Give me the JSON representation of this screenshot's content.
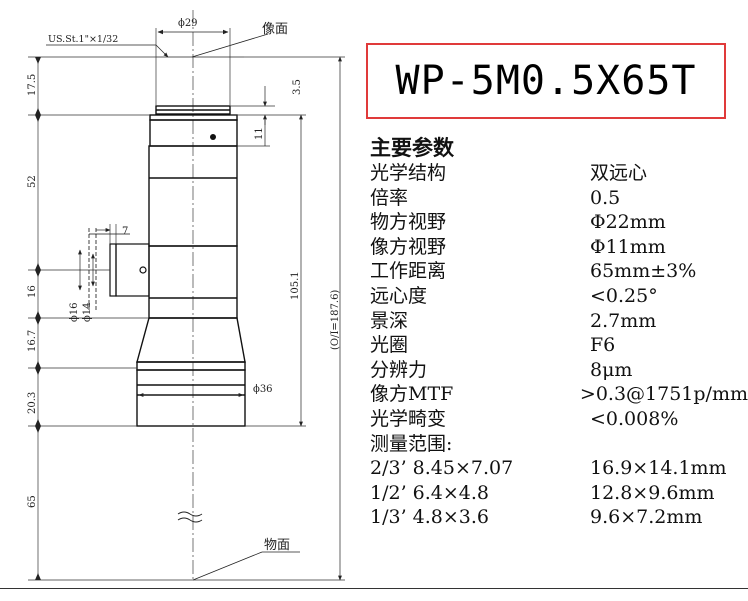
{
  "model": "WP-5M0.5X65T",
  "drawing": {
    "image_plane_label": "像面",
    "object_plane_label": "物面",
    "mount_label": "US.St.1\"×1/32",
    "dims": {
      "d29": "ϕ29",
      "d36": "ϕ36",
      "d16": "ϕ16",
      "d14": "ϕ14",
      "h17_5": "17.5",
      "h52": "52",
      "h16": "16",
      "h16_7": "16.7",
      "h20_3": "20.3",
      "h65": "65",
      "h3_5": "3.5",
      "h11": "11",
      "h105_1": "105.1",
      "total": "(O/I=187.6)",
      "w7": "7"
    }
  },
  "specs": {
    "heading": "主要参数",
    "rows": [
      {
        "key": "光学结构",
        "value": "双远心"
      },
      {
        "key": "倍率",
        "value": "0.5"
      },
      {
        "key": "物方视野",
        "value": "Φ22mm"
      },
      {
        "key": "像方视野",
        "value": "Φ11mm"
      },
      {
        "key": "工作距离",
        "value": "65mm±3%"
      },
      {
        "key": "远心度",
        "value": "<0.25°"
      },
      {
        "key": "景深",
        "value": "2.7mm"
      },
      {
        "key": "光圈",
        "value": "F6"
      },
      {
        "key": "分辨力",
        "value": "8μm"
      },
      {
        "key": "像方MTF",
        "value": ">0.3@1751p/mm"
      },
      {
        "key": "光学畸变",
        "value": "<0.008%"
      }
    ],
    "ranges_label": "测量范围:",
    "ranges": [
      {
        "sensor": "2/3’ 8.45×7.07",
        "field": "16.9×14.1mm"
      },
      {
        "sensor": "1/2’ 6.4×4.8",
        "field": "12.8×9.6mm"
      },
      {
        "sensor": "1/3’ 4.8×3.6",
        "field": "9.6×7.2mm"
      }
    ]
  }
}
